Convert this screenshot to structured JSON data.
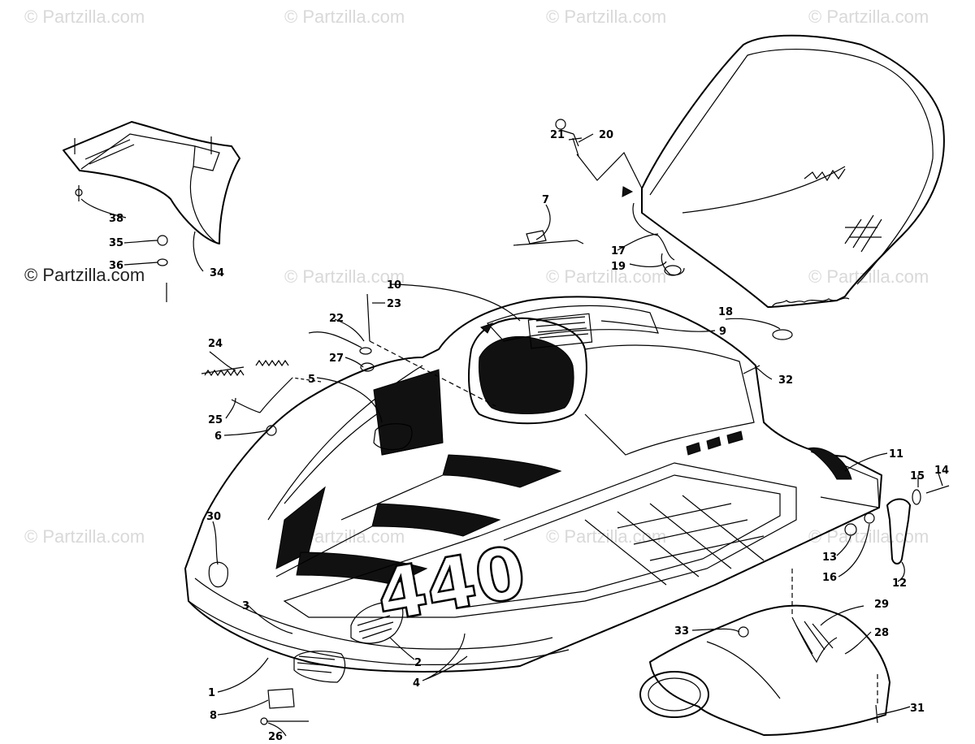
{
  "watermark": {
    "text": "© Partzilla.com",
    "dark_text": "© Partzilla.com"
  },
  "callouts": {
    "c1": "1",
    "c2": "2",
    "c3": "3",
    "c4": "4",
    "c5": "5",
    "c6": "6",
    "c7": "7",
    "c8": "8",
    "c9": "9",
    "c10": "10",
    "c11": "11",
    "c12": "12",
    "c13": "13",
    "c14": "14",
    "c15": "15",
    "c16": "16",
    "c17": "17",
    "c18": "18",
    "c19": "19",
    "c20": "20",
    "c21": "21",
    "c22": "22",
    "c23": "23",
    "c24": "24",
    "c25": "25",
    "c26": "26",
    "c27": "27",
    "c28": "28",
    "c29": "29",
    "c30": "30",
    "c31": "31",
    "c32": "32",
    "c33": "33",
    "c34": "34",
    "c35": "35",
    "c36": "36",
    "c38": "38"
  },
  "hood_decal": "440"
}
